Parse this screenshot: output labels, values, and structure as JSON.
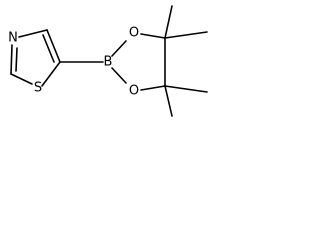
{
  "molecule": {
    "atoms": {
      "n": "N",
      "s": "S",
      "b": "B",
      "o_top": "O",
      "o_bottom": "O"
    }
  }
}
